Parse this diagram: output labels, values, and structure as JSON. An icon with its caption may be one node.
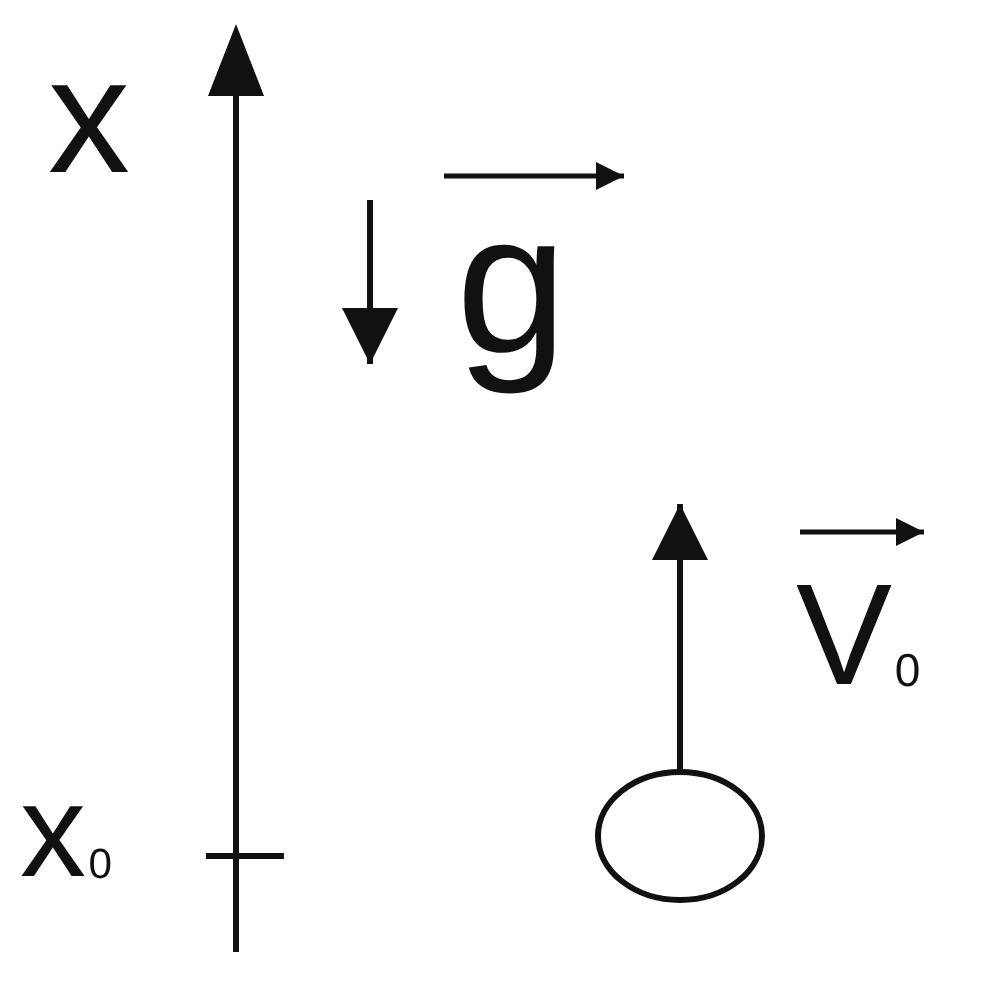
{
  "diagram": {
    "nodes": [
      {
        "text": [],
        "shape": "circle"
      }
    ],
    "labels": [
      "x",
      "g",
      "V$_{0}$",
      "x$_{0}$"
    ]
  }
}
